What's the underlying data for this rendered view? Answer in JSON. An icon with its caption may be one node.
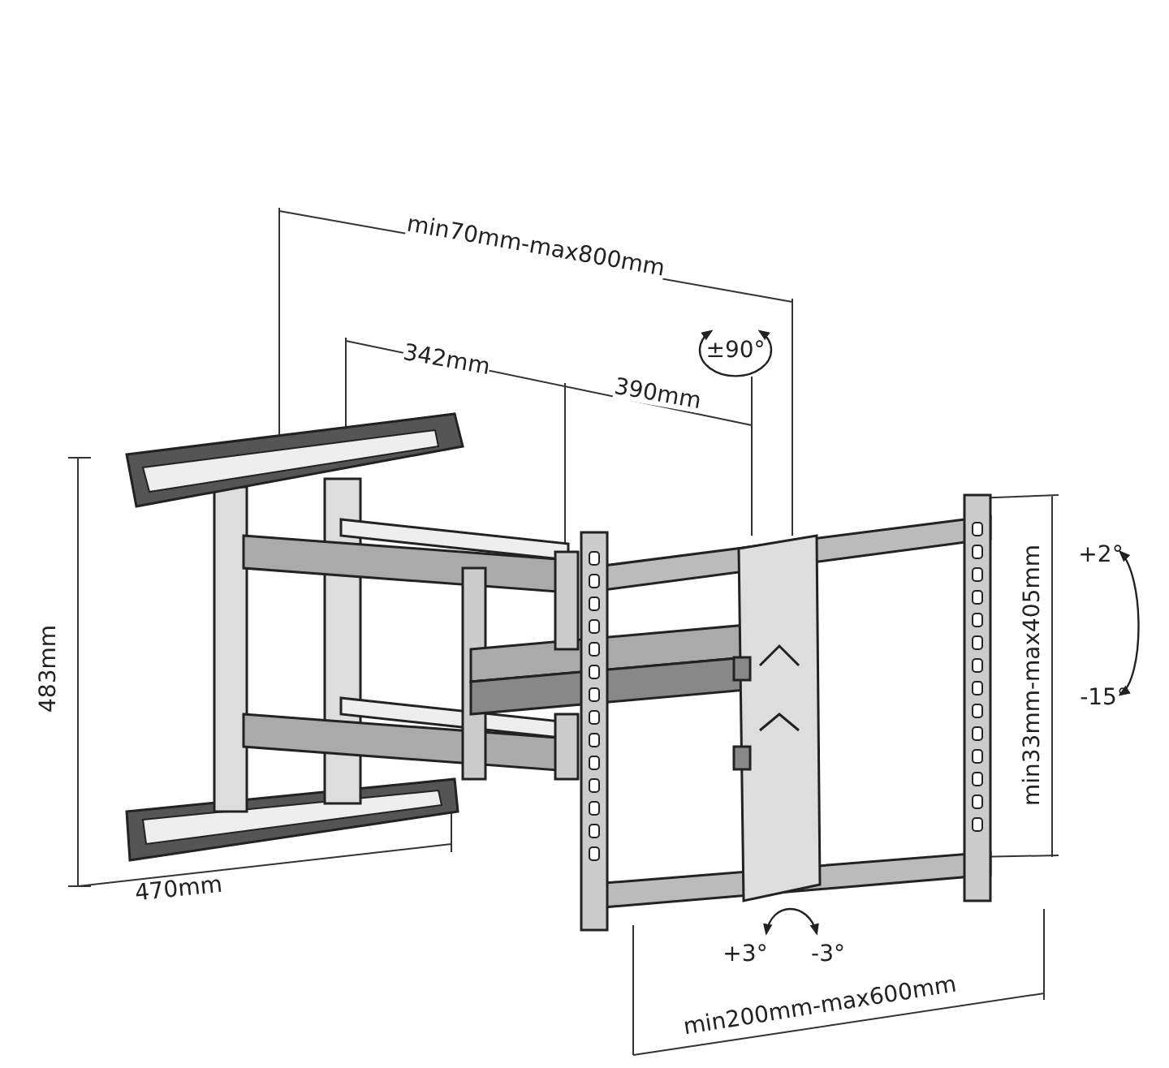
{
  "diagram": {
    "labels": [
      "min70mm-max800mm",
      "±90°",
      "342mm",
      "390mm",
      "483mm",
      "min33mm-max405mm",
      "+2°",
      "-15°",
      "470mm",
      "+3°",
      "-3°",
      "min200mm-max600mm"
    ]
  }
}
